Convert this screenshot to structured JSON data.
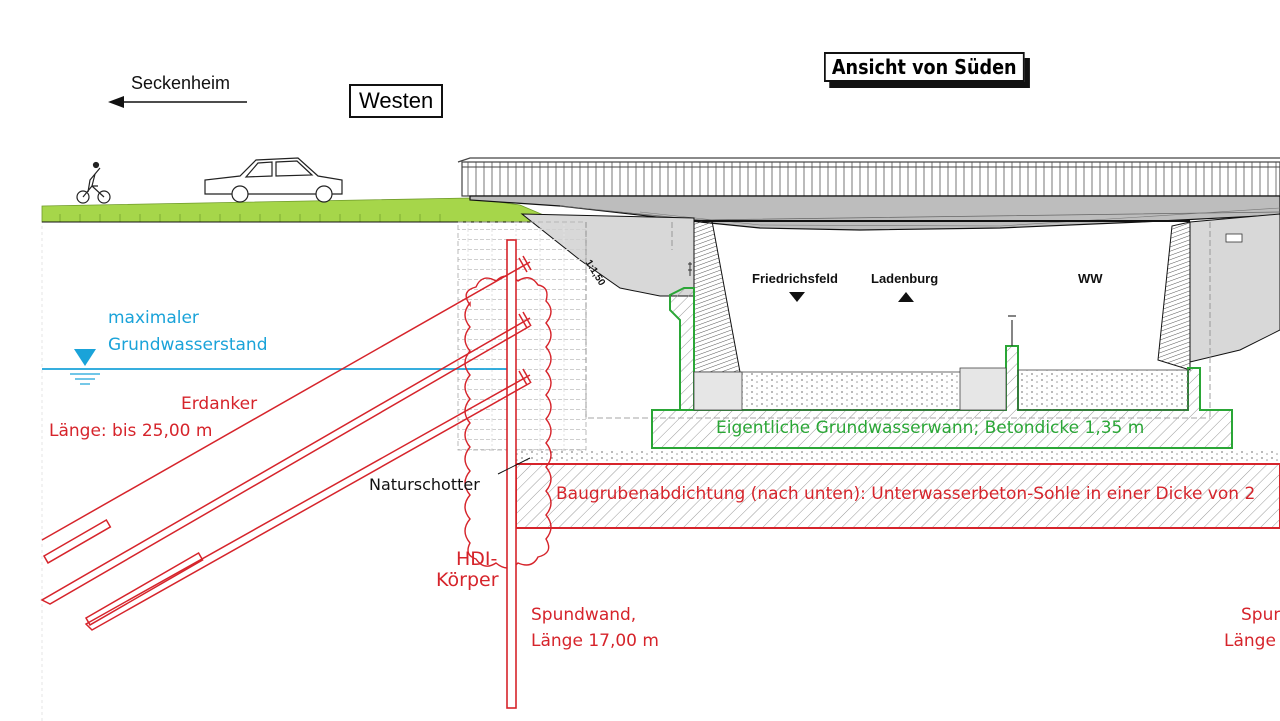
{
  "labels": {
    "title": "Ansicht von Süden",
    "west": "Westen",
    "seckenheim": "Seckenheim",
    "friedrichsfeld": "Friedrichsfeld",
    "ladenburg": "Ladenburg",
    "ww": "WW",
    "slope": "1:1,50",
    "gw_line1": "maximaler",
    "gw_line2": "Grundwasserstand",
    "erdanker": "Erdanker",
    "erdanker_len": "Länge: bis 25,00 m",
    "naturschotter": "Naturschotter",
    "hdi1": "HDI-",
    "hdi2": "Körper",
    "wanne": "Eigentliche Grundwasserwann; Betondicke 1,35 m",
    "abdichtung": "Baugrubenabdichtung (nach unten): Unterwasserbeton-Sohle in einer Dicke von 2",
    "spundwand1": "Spundwand,",
    "spundwand2": "Länge 17,00 m",
    "spund_right1": "Spun",
    "spund_right2": "Länge"
  },
  "colors": {
    "grass": "#a6d64a",
    "ground_water": "#1aa3d9",
    "anchor_red": "#d6242b",
    "tub_green": "#2aa636",
    "structure_gray": "#d8d8d8",
    "line": "#111111"
  },
  "icons": {
    "cyclist": "cyclist-icon",
    "car": "car-icon",
    "water_level": "water-level-triangle-icon",
    "arrow_left": "arrow-left-icon"
  }
}
